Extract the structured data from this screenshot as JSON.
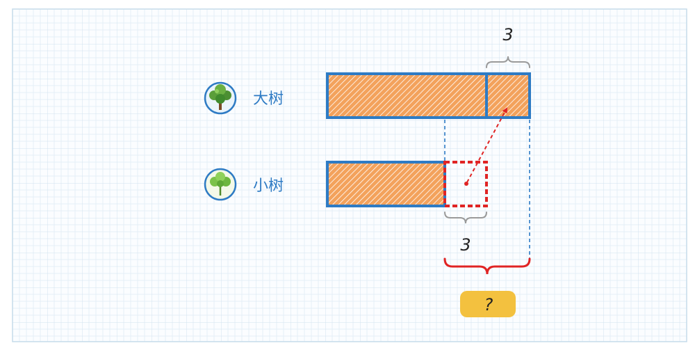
{
  "colors": {
    "bar_fill": "#f3a25c",
    "bar_border": "#2e7bc4",
    "highlight": "#e02424",
    "badge": "#f3c13f",
    "label": "#2e7bc4",
    "brace": "#9a9a9a"
  },
  "rows": [
    {
      "label": "大树",
      "icon": "big-tree-icon"
    },
    {
      "label": "小树",
      "icon": "small-tree-icon"
    }
  ],
  "annotations": {
    "big_tree_extra": "3",
    "small_tree_added": "3",
    "unknown": "?"
  }
}
